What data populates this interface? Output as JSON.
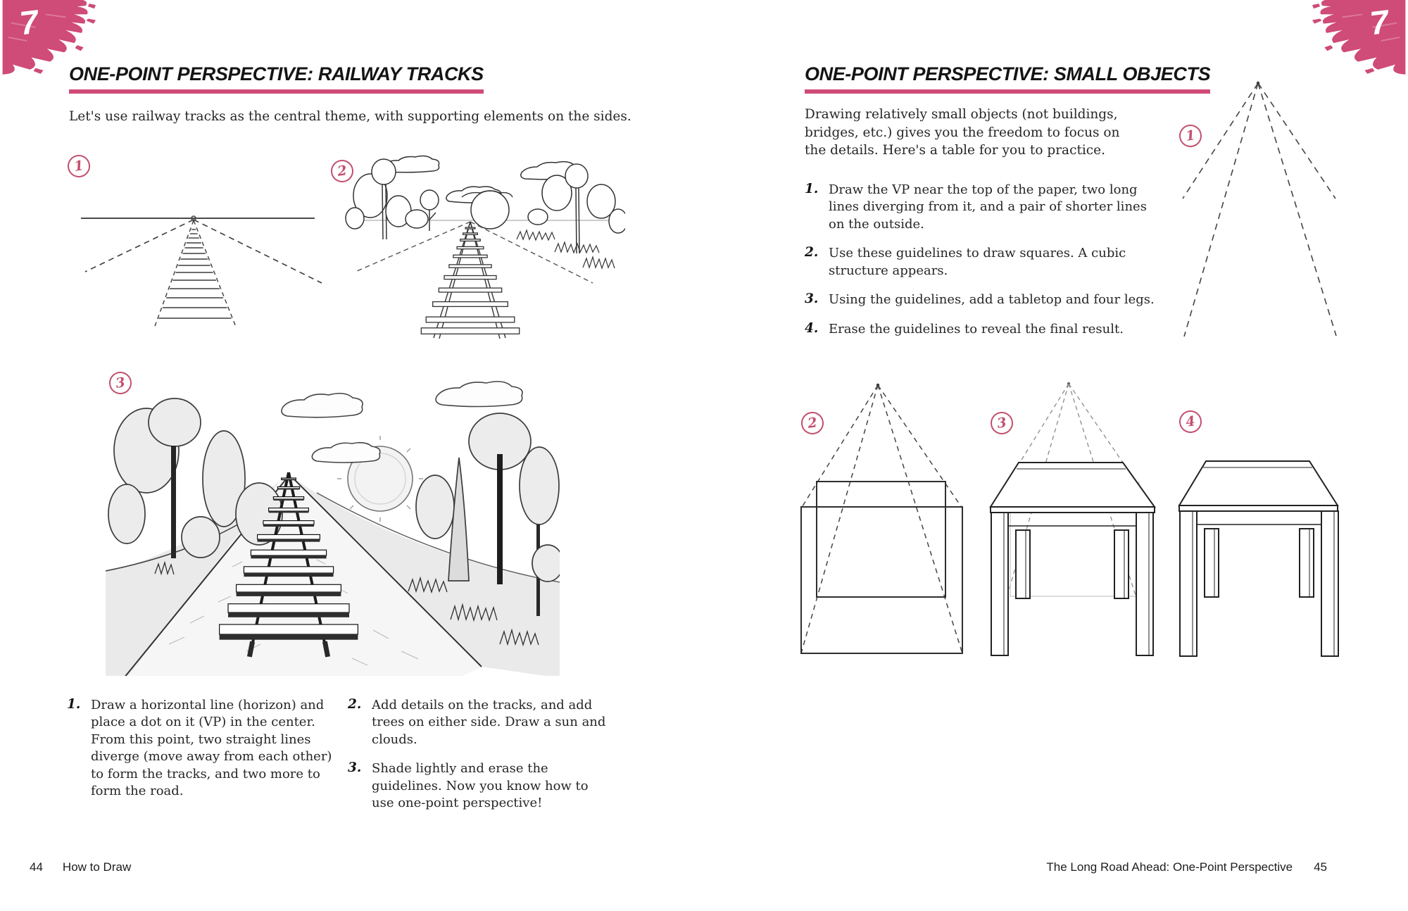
{
  "colors": {
    "accent_pink": "#cf4b78",
    "badge_pink": "#c2506e",
    "ink": "#222222"
  },
  "chapter_tab": {
    "number": "7"
  },
  "left_page": {
    "title": "ONE-POINT PERSPECTIVE: RAILWAY TRACKS",
    "intro": "Let's use railway tracks as the central theme, with supporting elements on the sides.",
    "figures": [
      {
        "number": "1"
      },
      {
        "number": "2"
      },
      {
        "number": "3"
      }
    ],
    "steps": [
      {
        "number": "1.",
        "text": "Draw a horizontal line (horizon) and place a dot on it (VP) in the center. From this point, two straight lines diverge (move away from each other) to form the tracks, and two more to form the road."
      },
      {
        "number": "2.",
        "text": "Add details on the tracks, and add trees on either side. Draw a sun and clouds."
      },
      {
        "number": "3.",
        "text": "Shade lightly and erase the guidelines. Now you know how to use one-point perspective!"
      }
    ],
    "footer": {
      "page_number": "44",
      "book_title": "How to Draw"
    }
  },
  "right_page": {
    "title": "ONE-POINT PERSPECTIVE: SMALL OBJECTS",
    "intro": "Drawing relatively small objects (not buildings, bridges, etc.) gives you the freedom to focus on the details. Here's a table for you to practice.",
    "figures": [
      {
        "number": "1"
      },
      {
        "number": "2"
      },
      {
        "number": "3"
      },
      {
        "number": "4"
      }
    ],
    "steps": [
      {
        "number": "1.",
        "text": "Draw the VP near the top of the paper, two long lines diverging from it, and a pair of shorter lines on the outside."
      },
      {
        "number": "2.",
        "text": "Use these guidelines to draw squares. A cubic structure appears."
      },
      {
        "number": "3.",
        "text": "Using the guidelines, add a tabletop and four legs."
      },
      {
        "number": "4.",
        "text": "Erase the guidelines to reveal the final result."
      }
    ],
    "footer": {
      "chapter_title": "The Long Road Ahead: One-Point Perspective",
      "page_number": "45"
    }
  }
}
